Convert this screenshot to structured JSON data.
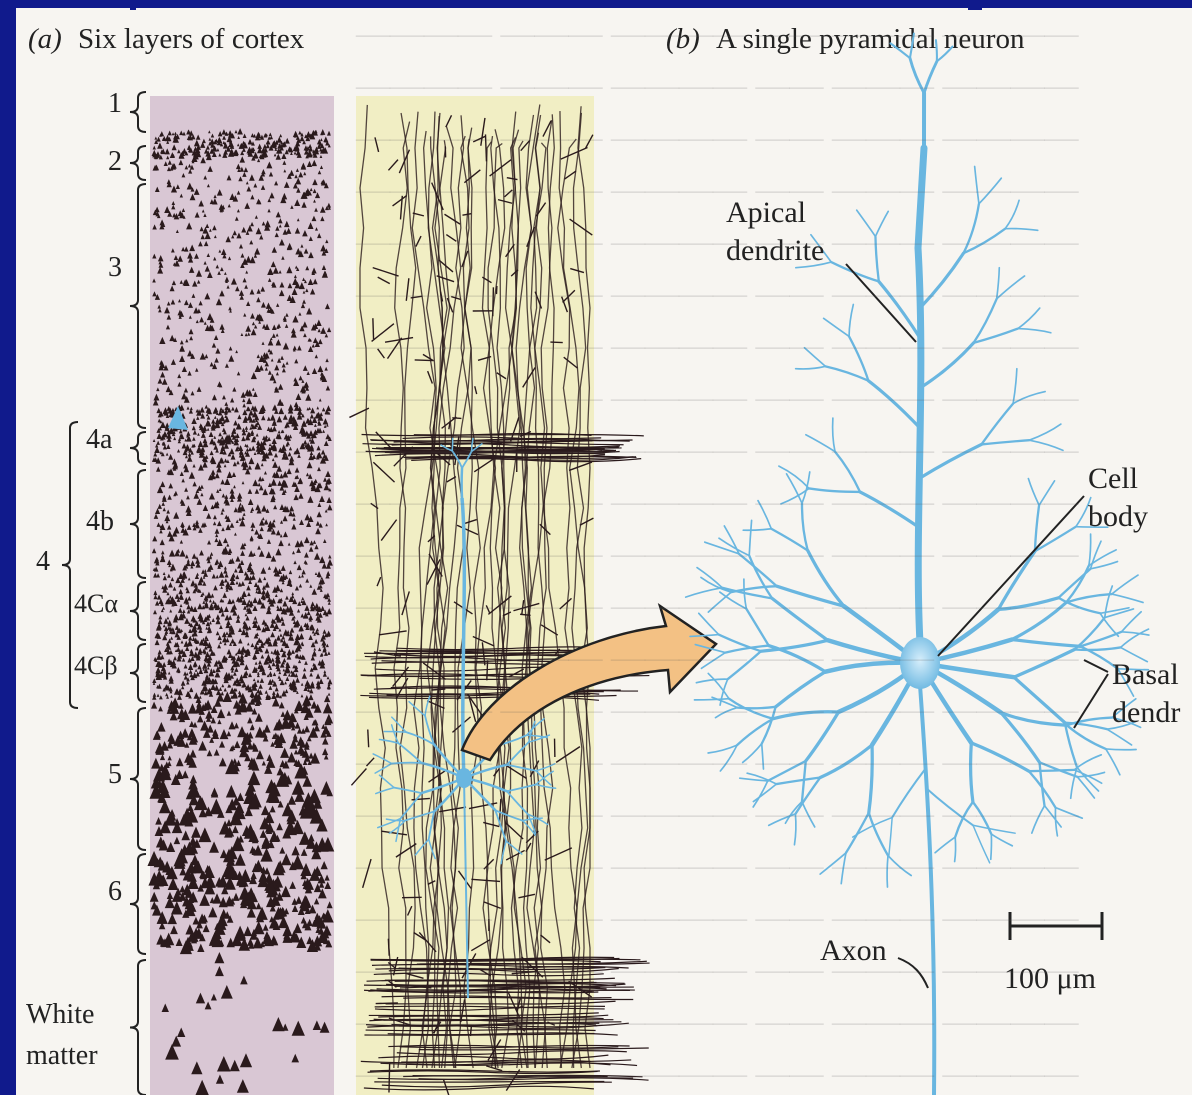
{
  "panel_a": {
    "letter": "(a)",
    "title": "Six layers of cortex",
    "layers": [
      "1",
      "2",
      "3",
      "4a",
      "4b",
      "4Cα",
      "4Cβ",
      "5",
      "6"
    ],
    "layer_4": "4",
    "white_matter": [
      "White",
      "matter"
    ]
  },
  "panel_b": {
    "letter": "(b)",
    "title": "A single pyramidal neuron",
    "labels": {
      "apical": [
        "Apical",
        "dendrite"
      ],
      "cell_body": [
        "Cell",
        "body"
      ],
      "basal": [
        "Basal",
        "dendr"
      ],
      "axon": "Axon",
      "scale": "100 μm"
    }
  },
  "colors": {
    "frame": "#101a8c",
    "page": "#f7f5f1",
    "nissl_bg": "#d9c7d4",
    "golgi_bg": "#f1eec4",
    "ink": "#2a1a1c",
    "neuron": "#69b6e0",
    "arrow": "#f3c184"
  }
}
